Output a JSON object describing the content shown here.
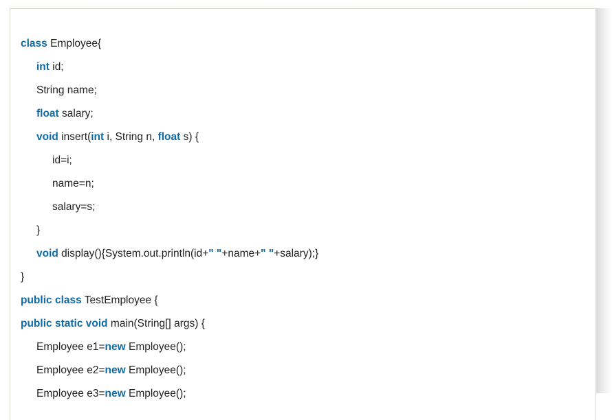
{
  "document": {
    "kind": "code-block",
    "language": "Java",
    "colors": {
      "keyword": "#0e6ba3",
      "string": "#0e6ba3",
      "text": "#222222",
      "card_background": "#ffffff",
      "card_border": "#d7d7c9",
      "page_background": "#ffffff"
    },
    "code_lines": [
      {
        "indent": 0,
        "tokens": [
          {
            "t": "class",
            "k": "keyword"
          },
          {
            "t": " Employee{",
            "k": "text"
          }
        ]
      },
      {
        "indent": 1,
        "tokens": [
          {
            "t": "int",
            "k": "keyword"
          },
          {
            "t": " id;",
            "k": "text"
          }
        ]
      },
      {
        "indent": 1,
        "tokens": [
          {
            "t": "String name;",
            "k": "text"
          }
        ]
      },
      {
        "indent": 1,
        "tokens": [
          {
            "t": "float",
            "k": "keyword"
          },
          {
            "t": " salary;",
            "k": "text"
          }
        ]
      },
      {
        "indent": 1,
        "tokens": [
          {
            "t": "void",
            "k": "keyword"
          },
          {
            "t": " insert(",
            "k": "text"
          },
          {
            "t": "int",
            "k": "keyword"
          },
          {
            "t": " i, String n, ",
            "k": "text"
          },
          {
            "t": "float",
            "k": "keyword"
          },
          {
            "t": " s) {",
            "k": "text"
          }
        ]
      },
      {
        "indent": 2,
        "tokens": [
          {
            "t": "id=i;",
            "k": "text"
          }
        ]
      },
      {
        "indent": 2,
        "tokens": [
          {
            "t": "name=n;",
            "k": "text"
          }
        ]
      },
      {
        "indent": 2,
        "tokens": [
          {
            "t": "salary=s;",
            "k": "text"
          }
        ]
      },
      {
        "indent": 1,
        "tokens": [
          {
            "t": "}",
            "k": "text"
          }
        ]
      },
      {
        "indent": 1,
        "tokens": [
          {
            "t": "void",
            "k": "keyword"
          },
          {
            "t": " display(){System.out.println(id+",
            "k": "text"
          },
          {
            "t": "\" \"",
            "k": "string"
          },
          {
            "t": "+name+",
            "k": "text"
          },
          {
            "t": "\" \"",
            "k": "string"
          },
          {
            "t": "+salary);}",
            "k": "text"
          }
        ]
      },
      {
        "indent": 0,
        "tokens": [
          {
            "t": "}",
            "k": "text"
          }
        ]
      },
      {
        "indent": 0,
        "tokens": [
          {
            "t": "public class",
            "k": "keyword"
          },
          {
            "t": " TestEmployee {",
            "k": "text"
          }
        ]
      },
      {
        "indent": 0,
        "tokens": [
          {
            "t": "public static void",
            "k": "keyword"
          },
          {
            "t": " main(String[] args) {",
            "k": "text"
          }
        ]
      },
      {
        "indent": 1,
        "tokens": [
          {
            "t": "Employee e1=",
            "k": "text"
          },
          {
            "t": "new",
            "k": "keyword"
          },
          {
            "t": " Employee();",
            "k": "text"
          }
        ]
      },
      {
        "indent": 1,
        "tokens": [
          {
            "t": "Employee e2=",
            "k": "text"
          },
          {
            "t": "new",
            "k": "keyword"
          },
          {
            "t": " Employee();",
            "k": "text"
          }
        ]
      },
      {
        "indent": 1,
        "tokens": [
          {
            "t": "Employee e3=",
            "k": "text"
          },
          {
            "t": "new",
            "k": "keyword"
          },
          {
            "t": " Employee();",
            "k": "text"
          }
        ]
      }
    ]
  }
}
